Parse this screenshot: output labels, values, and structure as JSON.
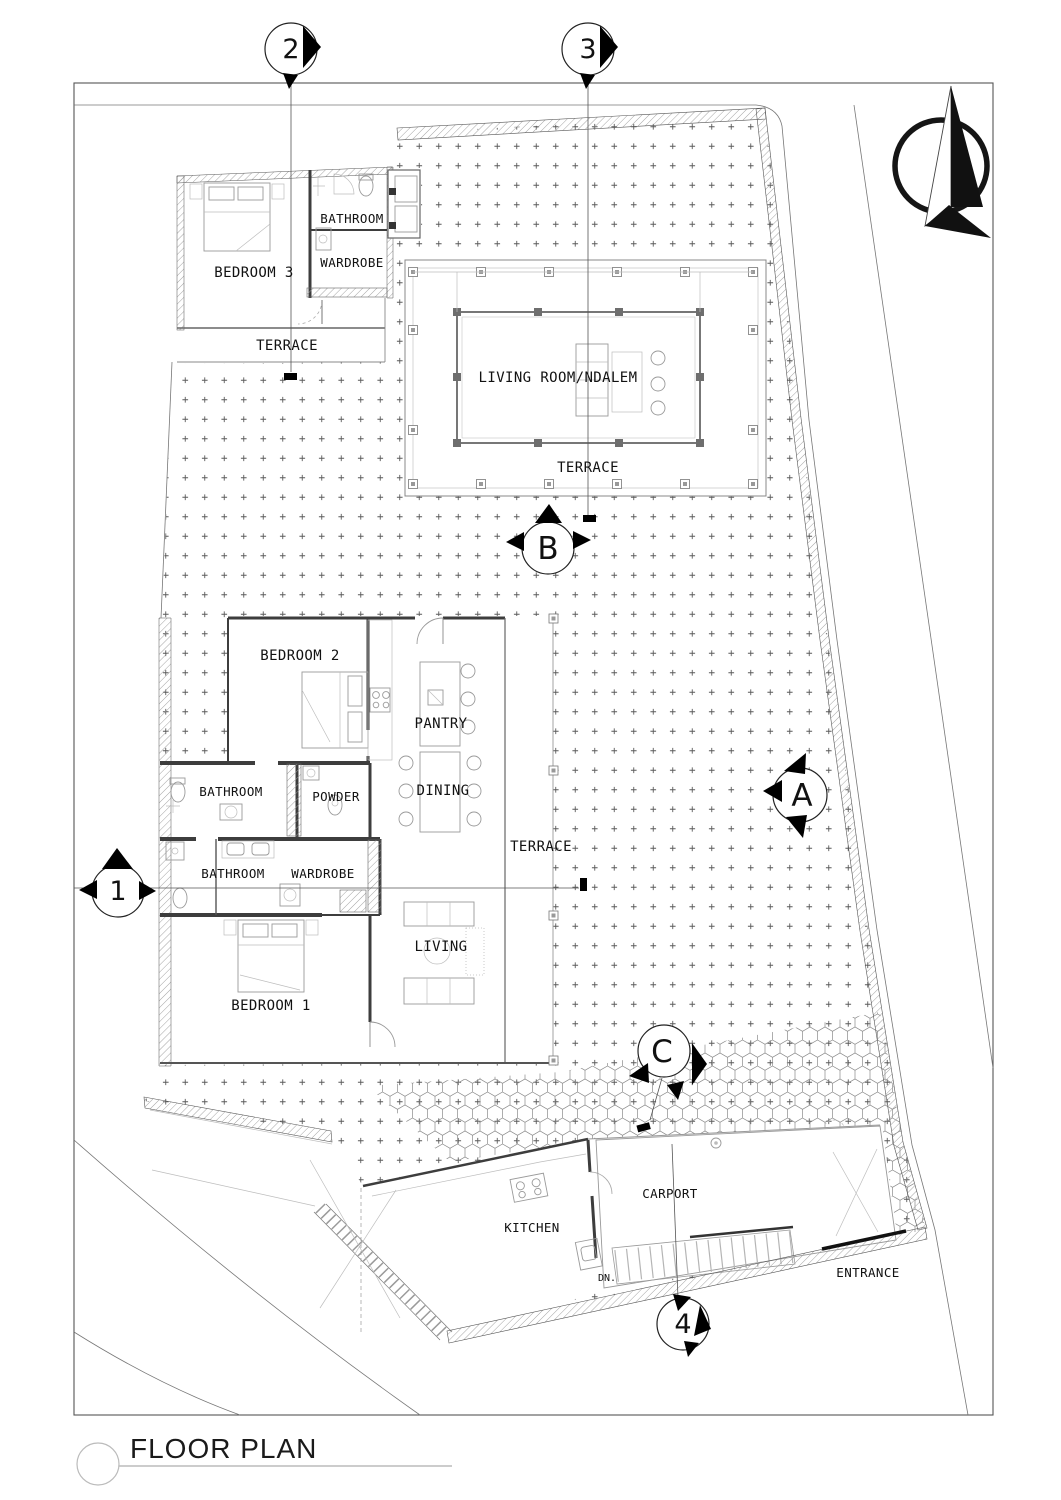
{
  "title_block": {
    "label": "FLOOR PLAN"
  },
  "plan": {
    "room_labels": [
      {
        "id": "bedroom-3",
        "label": "BEDROOM 3"
      },
      {
        "id": "bathroom-top",
        "label": "BATHROOM"
      },
      {
        "id": "wardrobe-top",
        "label": "WARDROBE"
      },
      {
        "id": "terrace-north",
        "label": "TERRACE"
      },
      {
        "id": "living-room-ndalem",
        "label": "LIVING ROOM/NDALEM"
      },
      {
        "id": "terrace-pavilion",
        "label": "TERRACE"
      },
      {
        "id": "bedroom-2",
        "label": "BEDROOM 2"
      },
      {
        "id": "pantry",
        "label": "PANTRY"
      },
      {
        "id": "dining",
        "label": "DINING"
      },
      {
        "id": "bathroom-upper",
        "label": "BATHROOM"
      },
      {
        "id": "powder",
        "label": "POWDER"
      },
      {
        "id": "bathroom-lower",
        "label": "BATHROOM"
      },
      {
        "id": "wardrobe-lower",
        "label": "WARDROBE"
      },
      {
        "id": "terrace-east",
        "label": "TERRACE"
      },
      {
        "id": "bedroom-1",
        "label": "BEDROOM 1"
      },
      {
        "id": "living",
        "label": "LIVING"
      },
      {
        "id": "kitchen",
        "label": "KITCHEN"
      },
      {
        "id": "carport",
        "label": "CARPORT"
      },
      {
        "id": "entrance",
        "label": "ENTRANCE"
      },
      {
        "id": "stairs-down",
        "label": "DN."
      }
    ],
    "section_markers": [
      {
        "id": "section-1",
        "label": "1"
      },
      {
        "id": "section-2",
        "label": "2"
      },
      {
        "id": "section-3",
        "label": "3"
      },
      {
        "id": "section-4",
        "label": "4"
      },
      {
        "id": "section-a",
        "label": "A"
      },
      {
        "id": "section-b",
        "label": "B"
      },
      {
        "id": "section-c",
        "label": "C"
      }
    ],
    "icons": {
      "compass": "north-arrow"
    },
    "colors": {
      "line": "#3d3d3d",
      "hatch": "#9a9a9a",
      "stipple": "#5a5a5a",
      "background": "#ffffff"
    }
  }
}
